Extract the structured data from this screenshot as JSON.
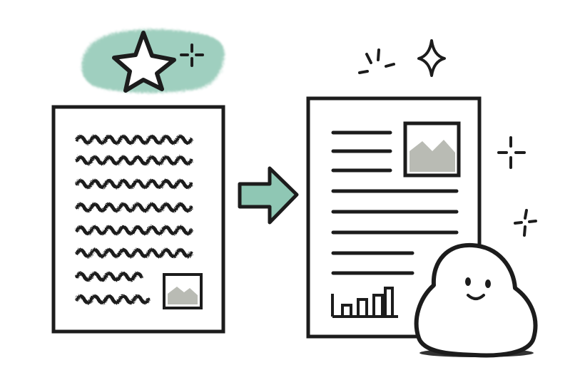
{
  "colors": {
    "ink": "#1c1c1c",
    "paper": "#ffffff",
    "accent_teal": "#8fc7b4",
    "accent_teal_dark": "#6fb39d",
    "placeholder_fill": "#b9bbb4"
  },
  "icons": {
    "highlight_star": "star-icon",
    "sparkles": "sparkle-icon",
    "arrow": "arrow-right-icon",
    "image_placeholder": "image-placeholder-icon",
    "bar_chart": "bar-chart-icon",
    "mascot": "blob-character"
  },
  "scene": {
    "before_document": "messy-handwritten-document",
    "after_document": "clean-formatted-document"
  }
}
